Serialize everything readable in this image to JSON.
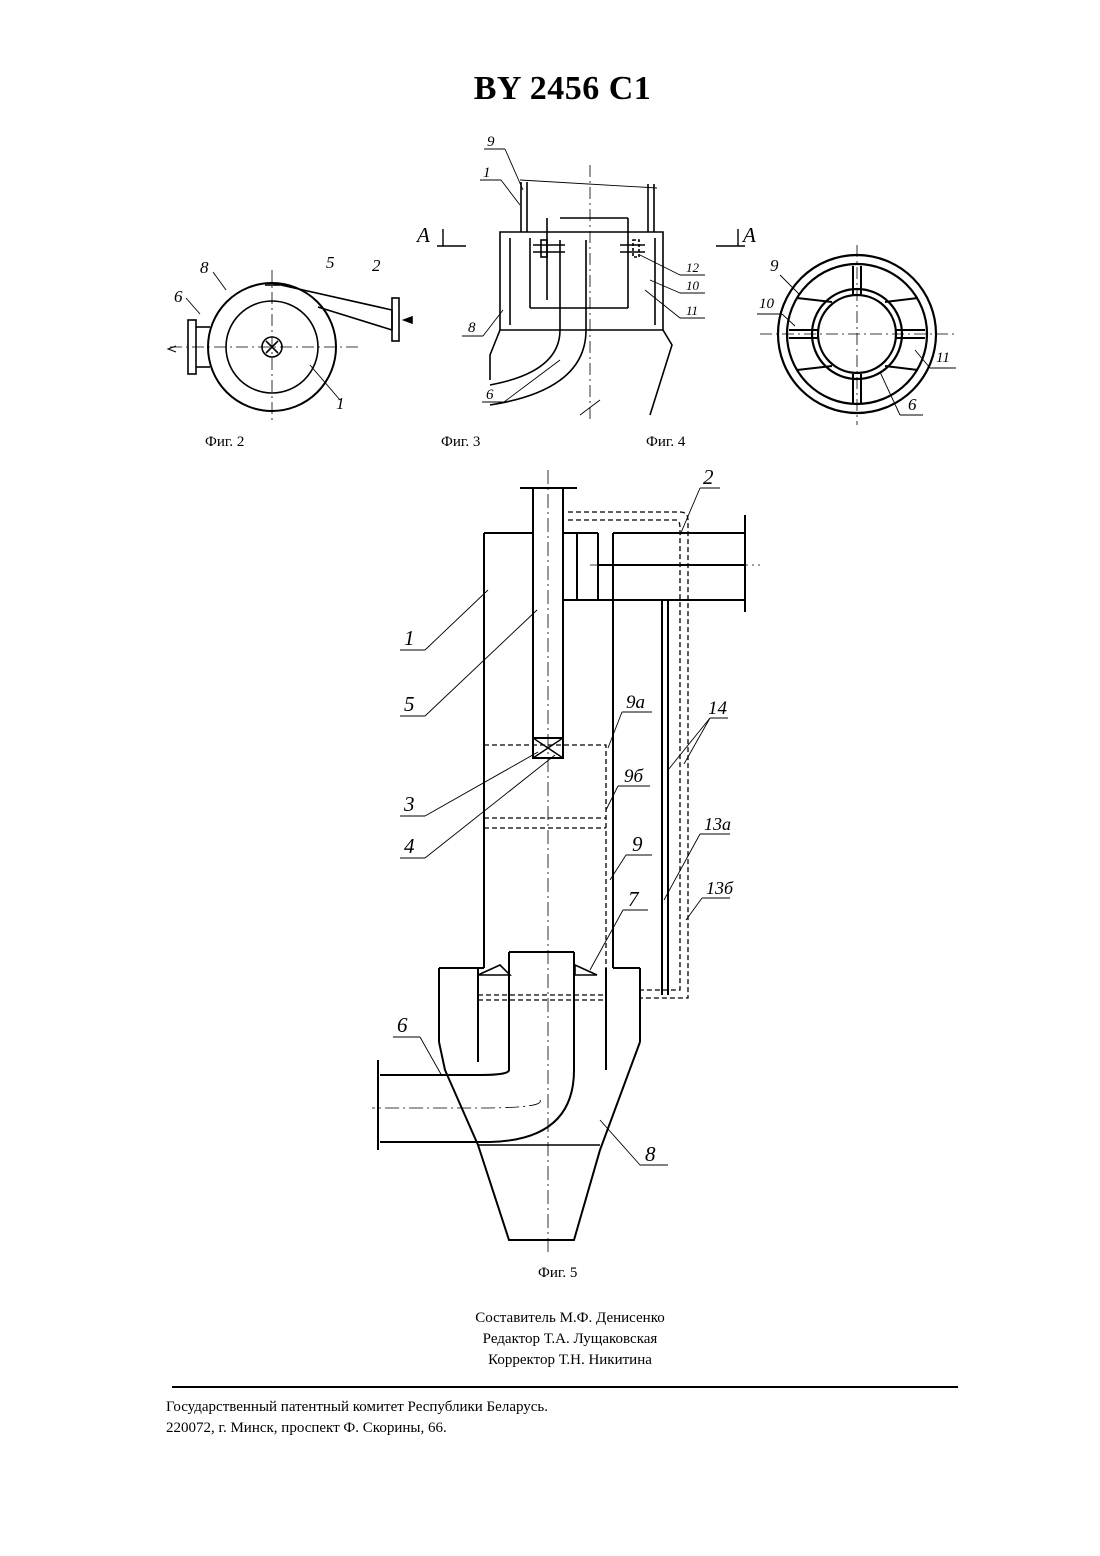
{
  "document": {
    "title": "BY 2456 C1"
  },
  "figures": {
    "fig2": {
      "caption": "Фиг. 2",
      "labels": {
        "l8": "8",
        "l5": "5",
        "l2": "2",
        "l6": "6",
        "l1": "1"
      }
    },
    "fig3": {
      "caption": "Фиг. 3",
      "labels": {
        "l9": "9",
        "l1": "1",
        "lA_left": "A",
        "lA_right": "A",
        "l12": "12",
        "l10": "10",
        "l11": "11",
        "l8": "8",
        "l6": "6"
      }
    },
    "fig4": {
      "caption": "Фиг. 4",
      "labels": {
        "l9": "9",
        "l10": "10",
        "l11": "11",
        "l6": "6"
      }
    },
    "fig5": {
      "caption": "Фиг. 5",
      "labels": {
        "l2": "2",
        "l1": "1",
        "l5": "5",
        "l9a": "9а",
        "l14": "14",
        "l3": "3",
        "l9b": "9б",
        "l4": "4",
        "l13a": "13а",
        "l9": "9",
        "l13b": "13б",
        "l7": "7",
        "l6": "6",
        "l8": "8"
      }
    }
  },
  "credits": {
    "compiler": "Составитель М.Ф. Денисенко",
    "editor": "Редактор Т.А. Лущаковская",
    "corrector": "Корректор Т.Н. Никитина"
  },
  "footer": {
    "line1": "Государственный патентный комитет Республики Беларусь.",
    "line2": "220072, г. Минск, проспект Ф. Скорины, 66."
  }
}
